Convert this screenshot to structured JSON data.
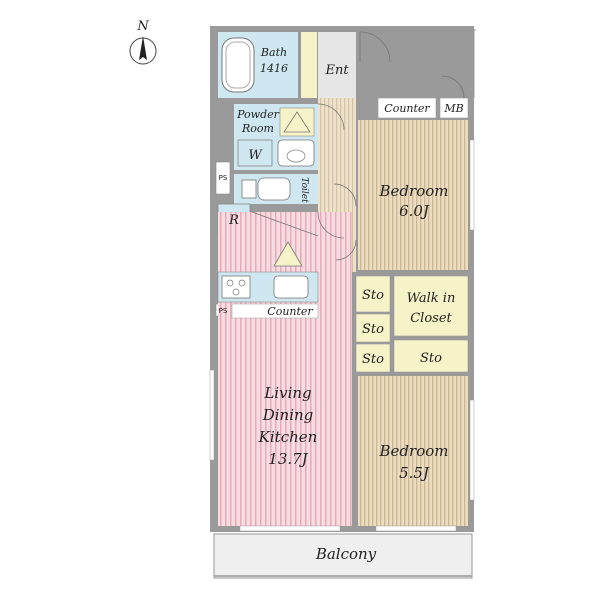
{
  "compass": {
    "label": "N"
  },
  "rooms": {
    "bath": {
      "name": "Bath",
      "size": "1416"
    },
    "entrance": {
      "name": "Ent"
    },
    "powder_room": {
      "line1": "Powder",
      "line2": "Room"
    },
    "washer": {
      "name": "W"
    },
    "toilet": {
      "name": "Toilet"
    },
    "refrigerator": {
      "name": "R"
    },
    "pipe_space_upper": {
      "name": "PS"
    },
    "pipe_space_lower": {
      "name": "PS"
    },
    "kitchen_counter": {
      "name": "Counter"
    },
    "bedroom_north": {
      "name": "Bedroom",
      "size": "6.0J"
    },
    "bedroom_south": {
      "name": "Bedroom",
      "size": "5.5J"
    },
    "north_counter": {
      "name": "Counter"
    },
    "meter_box": {
      "name": "MB"
    },
    "walk_in_closet": {
      "line1": "Walk in",
      "line2": "Closet"
    },
    "storage_1": {
      "name": "Sto"
    },
    "storage_2": {
      "name": "Sto"
    },
    "storage_3": {
      "name": "Sto"
    },
    "storage_4": {
      "name": "Sto"
    },
    "ldk": {
      "line1": "Living",
      "line2": "Dining",
      "line3": "Kitchen",
      "size": "13.7J"
    },
    "balcony": {
      "name": "Balcony"
    }
  },
  "colors": {
    "wall": "#9a9a9a",
    "wet_area": "#cfe7f0",
    "ldk_floor": "#f7dde2",
    "ldk_stripe": "#e9aab7",
    "bedroom_floor": "#ecdcc2",
    "bedroom_stripe": "#cdb793",
    "storage": "#f7f3c8",
    "entrance_floor": "#e6e6e6",
    "balcony": "#efefef"
  }
}
